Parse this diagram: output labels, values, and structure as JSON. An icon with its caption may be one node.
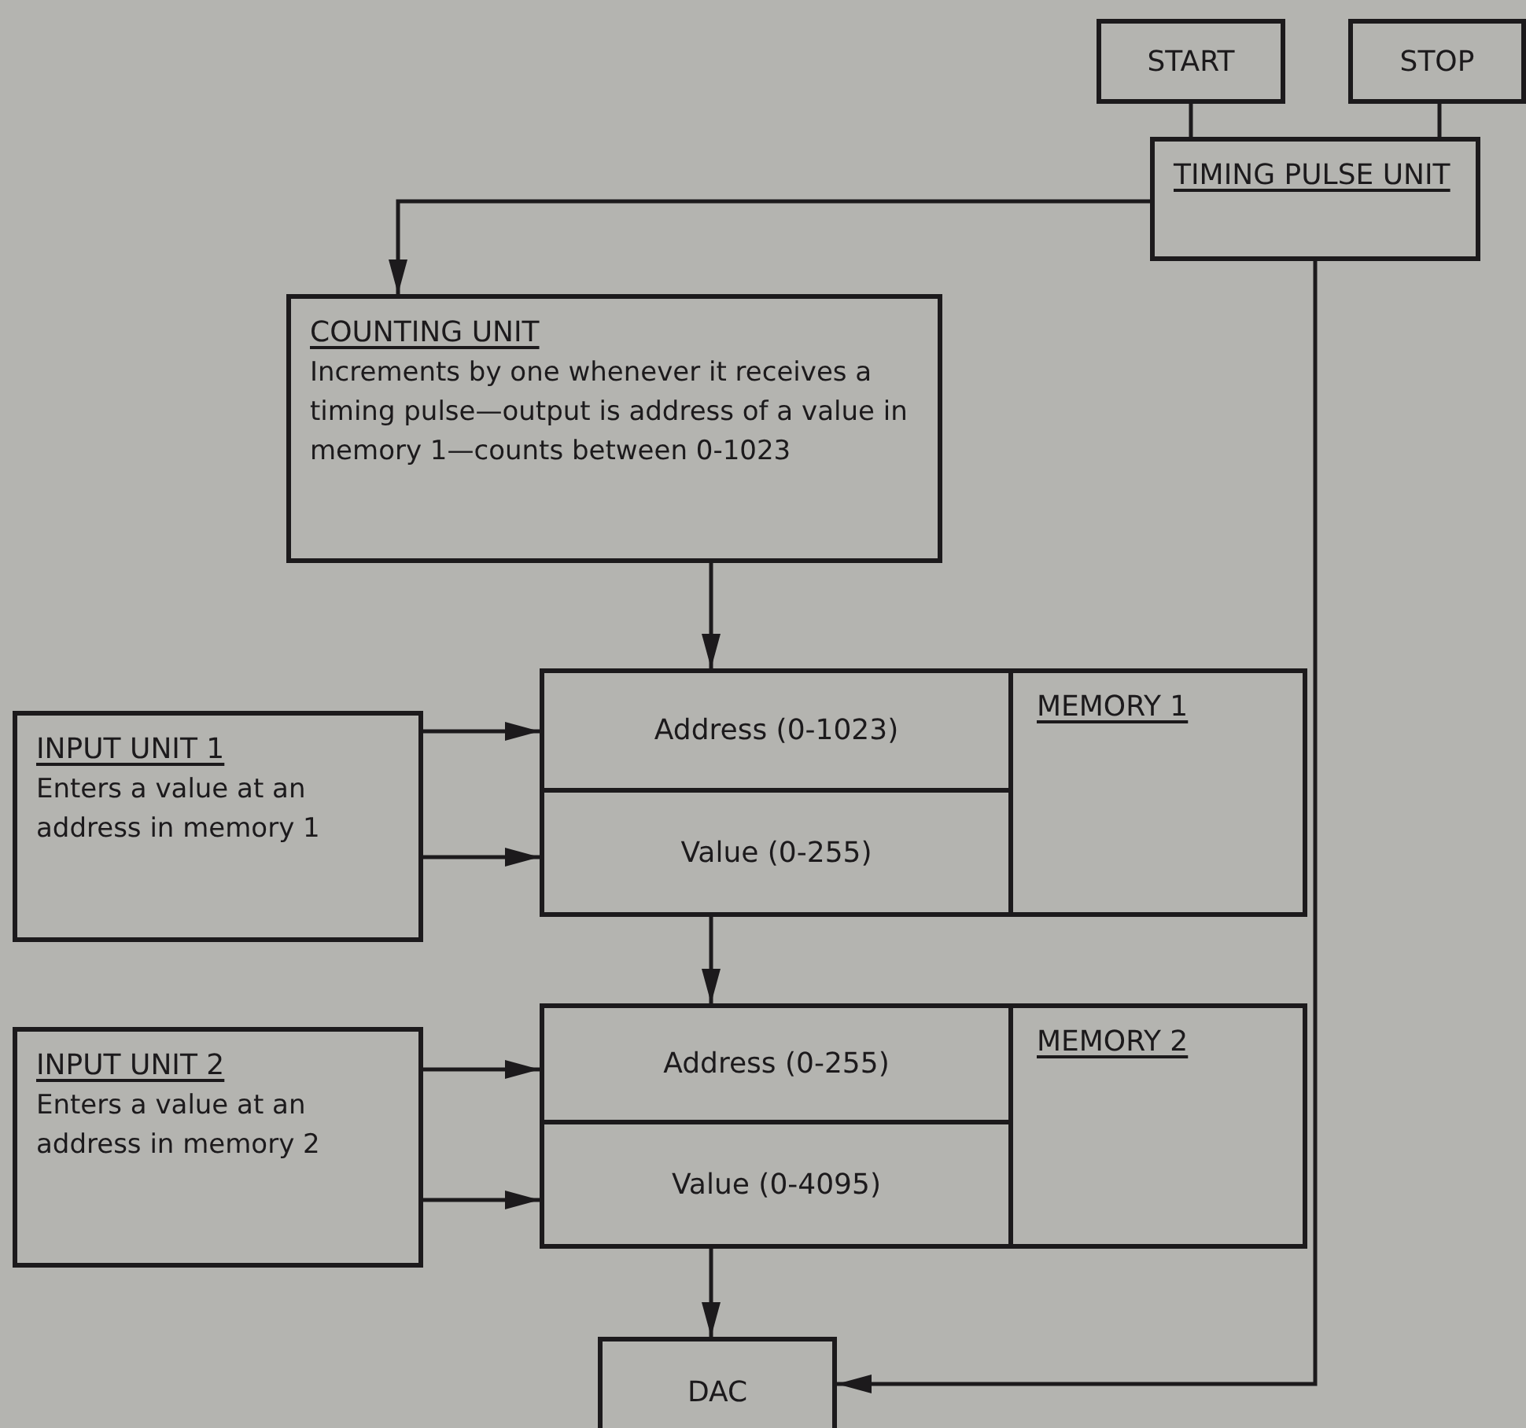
{
  "diagram": {
    "nodes": [
      {
        "text": [
          "START"
        ]
      },
      {
        "text": [
          "STOP"
        ]
      },
      {
        "text": [
          "TIMING PULSE UNIT"
        ]
      },
      {
        "text": [
          "COUNTING UNIT",
          "Increments by one whenever it receives a timing pulse—output is address of a value in memory 1—counts between 0-1023"
        ]
      },
      {
        "text": [
          "INPUT UNIT 1",
          "Enters a value at an address in memory 1"
        ]
      },
      {
        "text": [
          "MEMORY 1"
        ]
      },
      {
        "text": [
          "Address (0-1023)"
        ],
        "in": 5
      },
      {
        "text": [
          "Value (0-255)"
        ],
        "in": 5
      },
      {
        "text": [
          "INPUT UNIT 2",
          "Enters a value at an address in memory 2"
        ]
      },
      {
        "text": [
          "MEMORY 2"
        ]
      },
      {
        "text": [
          "Address (0-255)"
        ],
        "in": 9
      },
      {
        "text": [
          "Value (0-4095)"
        ],
        "in": 9
      },
      {
        "text": [
          "DAC"
        ]
      }
    ],
    "edges": [
      {
        "from": 0,
        "to": 2,
        "arrow": "none"
      },
      {
        "from": 1,
        "to": 2,
        "arrow": "none"
      },
      {
        "from": 2,
        "to": 3,
        "arrow": "to"
      },
      {
        "from": 3,
        "to": 6,
        "arrow": "to"
      },
      {
        "from": 4,
        "to": 6,
        "arrow": "to"
      },
      {
        "from": 4,
        "to": 7,
        "arrow": "to"
      },
      {
        "from": 7,
        "to": 10,
        "arrow": "to"
      },
      {
        "from": 8,
        "to": 10,
        "arrow": "to"
      },
      {
        "from": 8,
        "to": 11,
        "arrow": "to"
      },
      {
        "from": 11,
        "to": 12,
        "arrow": "to"
      },
      {
        "from": 2,
        "to": 12,
        "arrow": "to"
      }
    ]
  }
}
